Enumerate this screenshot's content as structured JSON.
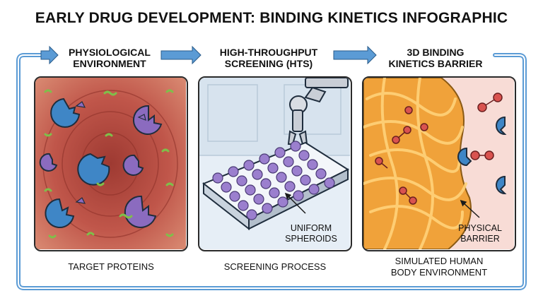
{
  "title": "EARLY DRUG DEVELOPMENT: BINDING KINETICS INFOGRAPHIC",
  "stages": [
    {
      "heading_line1": "PHYSIOLOGICAL",
      "heading_line2": "ENVIRONMENT",
      "caption_line1": "TARGET PROTEINS",
      "caption_line2": ""
    },
    {
      "heading_line1": "HIGH-THROUGHPUT",
      "heading_line2": "SCREENING (HTS)",
      "caption_line1": "SCREENING PROCESS",
      "caption_line2": "",
      "callout_line1": "UNIFORM",
      "callout_line2": "SPHEROIDS"
    },
    {
      "heading_line1": "3D BINDING",
      "heading_line2": "KINETICS BARRIER",
      "caption_line1": "SIMULATED HUMAN",
      "caption_line2": "BODY ENVIRONMENT",
      "callout_line1": "PHYSICAL",
      "callout_line2": "BARRIER"
    }
  ],
  "colors": {
    "flow_line": "#5b9bd5",
    "tissue": "#c0564a",
    "protein_blue": "#3f86c6",
    "protein_purple": "#8b6bbf",
    "spheroid": "#9b7fce",
    "matrix": "#f0a23a",
    "drug_red": "#d9534f"
  }
}
